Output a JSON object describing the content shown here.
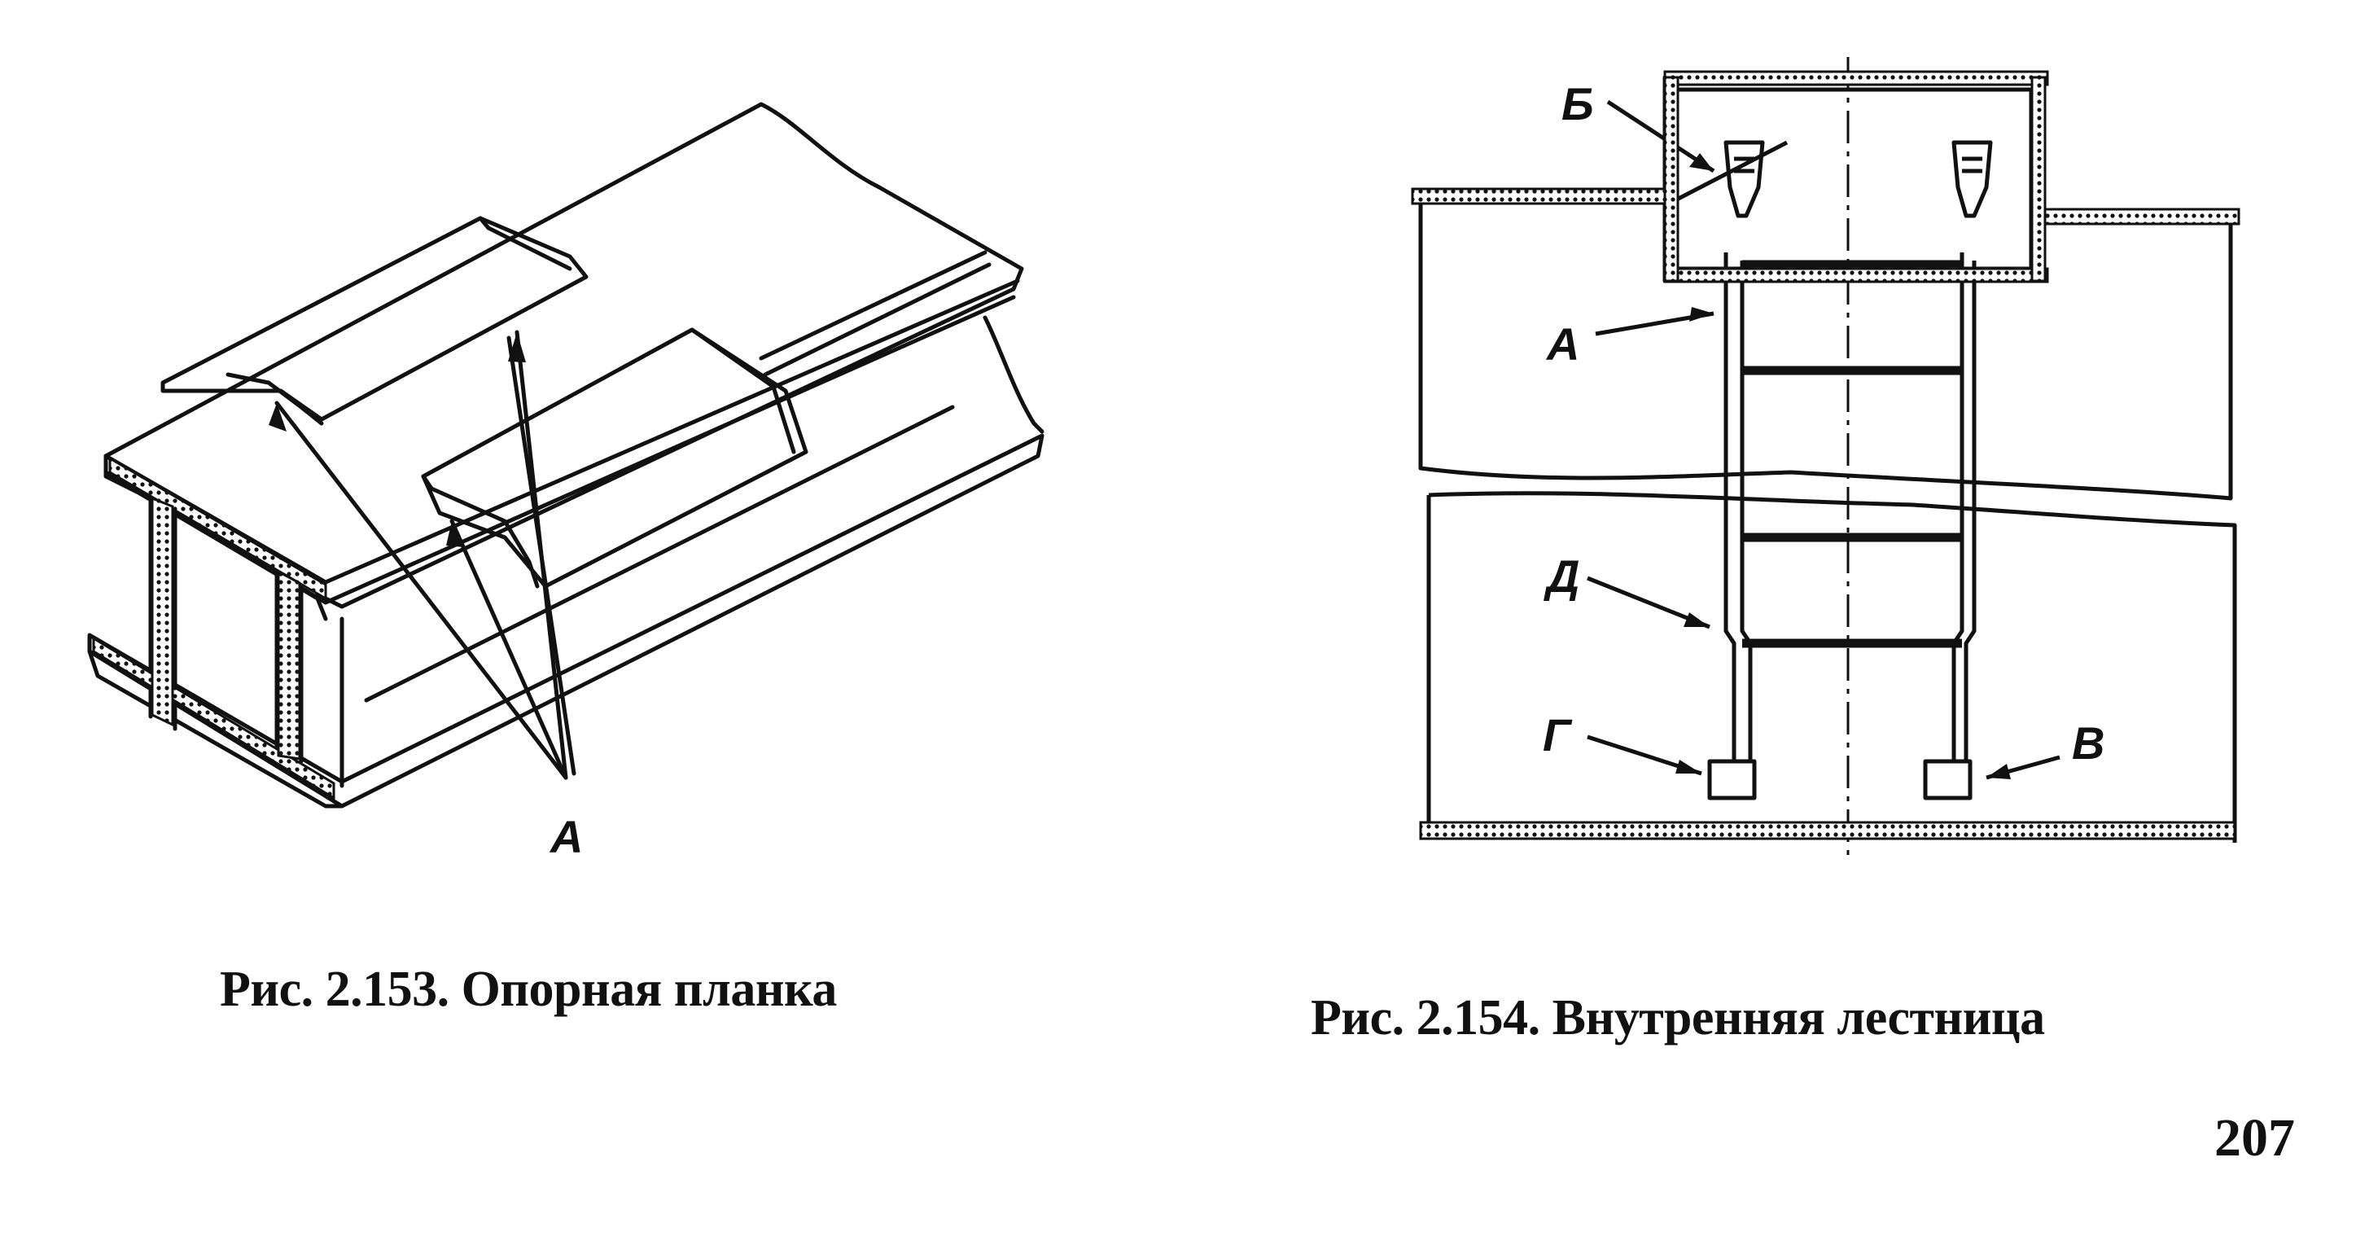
{
  "figure_153": {
    "label_a": "А",
    "caption": "Рис. 2.153. Опорная планка"
  },
  "figure_154": {
    "label_b": "Б",
    "label_a": "А",
    "label_d": "Д",
    "label_g": "Г",
    "label_v": "В",
    "caption": "Рис. 2.154. Внутренняя лестница"
  },
  "page_number": "207",
  "colors": {
    "ink": "#111111",
    "paper": "#ffffff"
  }
}
